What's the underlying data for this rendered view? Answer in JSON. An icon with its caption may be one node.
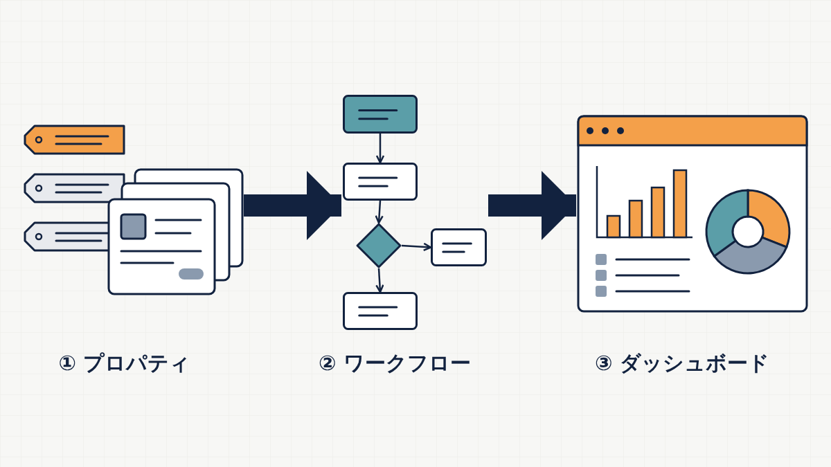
{
  "diagram": {
    "nodes": [
      {
        "text": [],
        "shape": "picture",
        "beside": [
          "① プロパティ"
        ]
      },
      {
        "text": [],
        "shape": "picture",
        "beside": [
          "② ワークフロー"
        ]
      },
      {
        "text": [],
        "shape": "box",
        "in": 1
      },
      {
        "text": [],
        "shape": "box",
        "in": 1
      },
      {
        "text": [],
        "shape": "diamond",
        "in": 1
      },
      {
        "text": [],
        "shape": "box",
        "in": 1
      },
      {
        "text": [],
        "shape": "box",
        "in": 1
      },
      {
        "text": [],
        "shape": "picture",
        "beside": [
          "③ ダッシュボード"
        ]
      }
    ],
    "edges": [
      {
        "from": 0,
        "to": 1,
        "arrow": "to",
        "style": "thick"
      },
      {
        "from": 1,
        "to": 7,
        "arrow": "to",
        "style": "thick"
      },
      {
        "from": 2,
        "to": 3,
        "arrow": "to"
      },
      {
        "from": 3,
        "to": 4,
        "arrow": "to"
      },
      {
        "from": 4,
        "to": 5,
        "arrow": "to"
      },
      {
        "from": 4,
        "to": 6,
        "arrow": "to"
      }
    ]
  }
}
